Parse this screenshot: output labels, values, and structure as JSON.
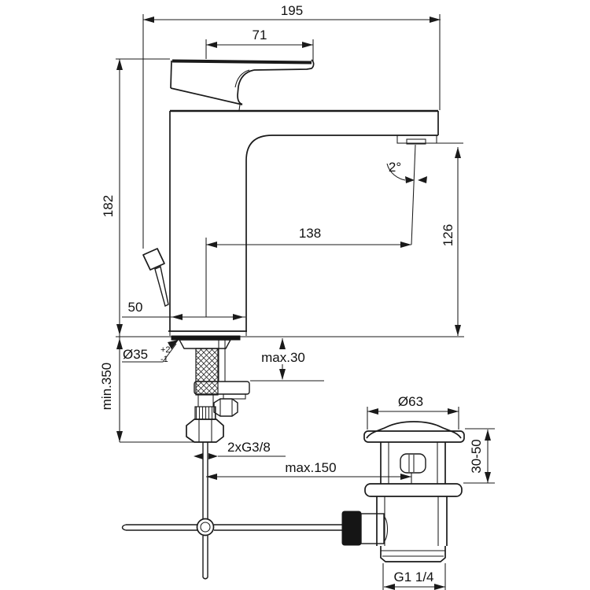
{
  "drawing": {
    "type": "faucet-installation-dimension-drawing",
    "colors": {
      "line": "#1a1a1a",
      "background": "#ffffff"
    },
    "dimensions": {
      "total_width": "195",
      "handle_length": "71",
      "height": "182",
      "angle": "2°",
      "reach": "138",
      "spout_height": "126",
      "base_depth": "50",
      "hole_dia": "Ø35",
      "hole_tol_plus": "+2",
      "hole_tol_minus": "-1",
      "hose_min": "min.350",
      "deck_max": "max.30",
      "supply": "2xG3/8",
      "rod_max": "max.150",
      "waste_dia": "Ø63",
      "clamp_range": "30-50",
      "waste_thread": "G1 1/4"
    }
  }
}
